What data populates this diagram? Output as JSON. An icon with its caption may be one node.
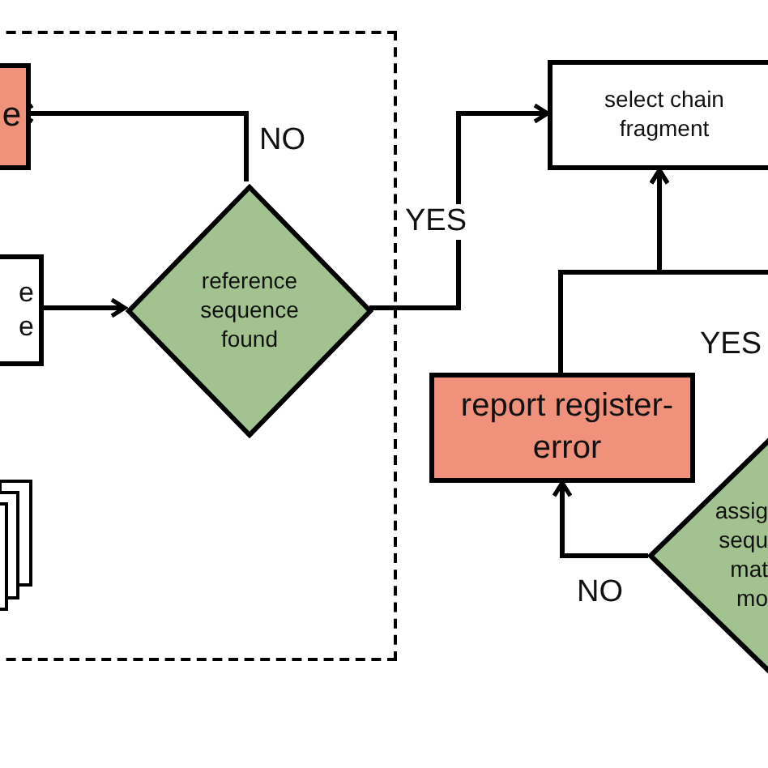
{
  "diagram": {
    "nodes": [
      {
        "text": [],
        "shape": "box"
      },
      {
        "text": [
          "e"
        ],
        "in": 0
      },
      {
        "text": [
          "e e"
        ],
        "in": 0
      },
      {
        "text": [
          "reference sequence found"
        ],
        "in": 0
      },
      {
        "text": [
          "select chain fragment"
        ]
      },
      {
        "text": [
          "report register-error"
        ]
      },
      {
        "text": [
          "assig sequ mat mo"
        ]
      }
    ],
    "edges": [
      {
        "from": 3,
        "to": 1,
        "arrow": "to",
        "label": "NO"
      },
      {
        "from": 2,
        "to": 3,
        "arrow": "to"
      },
      {
        "from": 3,
        "to": 4,
        "arrow": "to",
        "label": "YES"
      },
      {
        "from": 5,
        "to": 4,
        "arrow": "to"
      },
      {
        "from": 6,
        "to": 4,
        "arrow": "to",
        "label": "YES"
      },
      {
        "from": 6,
        "to": 5,
        "arrow": "to",
        "label": "NO"
      }
    ]
  }
}
